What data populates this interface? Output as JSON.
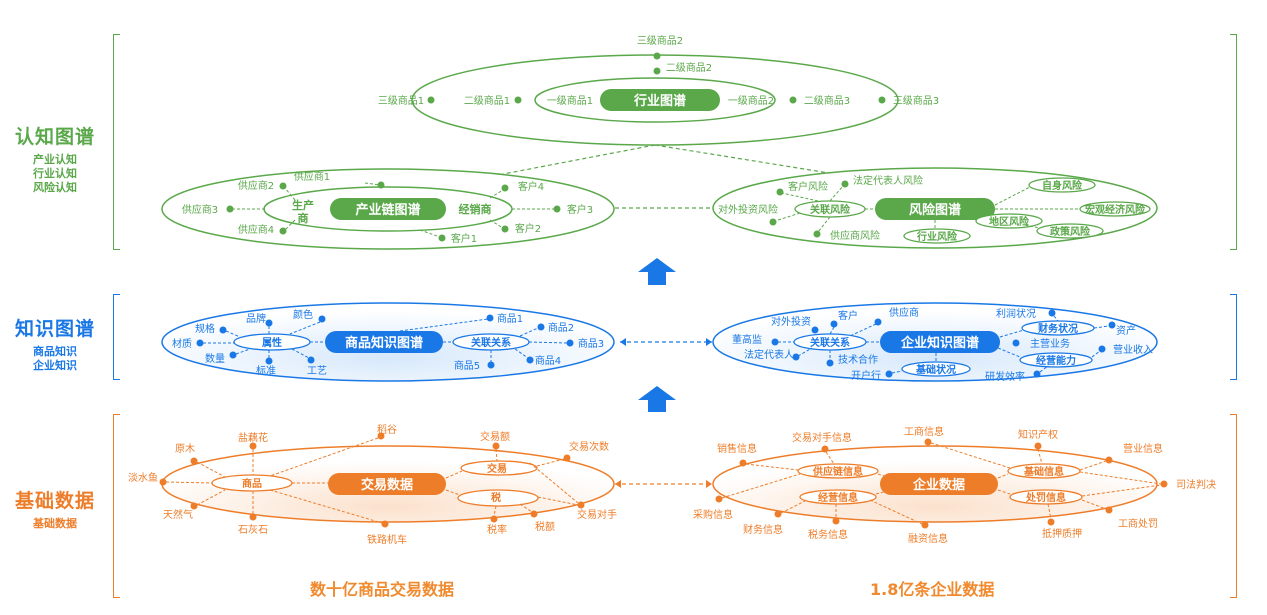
{
  "colors": {
    "green": "#5aa84a",
    "green_dark": "#4a9a3a",
    "blue": "#1a78e6",
    "blue_dark": "#1466cc",
    "orange": "#ee7d2a",
    "orange_light": "#f39a52",
    "arrow": "#1a78e6"
  },
  "layers": {
    "cognitive": {
      "title": "认知图谱",
      "subs": [
        "产业认知",
        "行业认知",
        "风险认知"
      ]
    },
    "knowledge": {
      "title": "知识图谱",
      "subs": [
        "商品知识",
        "企业知识"
      ]
    },
    "basic": {
      "title": "基础数据",
      "subs": [
        "基础数据"
      ]
    }
  },
  "captions": {
    "left": "数十亿商品交易数据",
    "right": "1.8亿条企业数据"
  },
  "industry_graph": {
    "center": "行业图谱",
    "l1_left": "一级商品1",
    "l1_right": "一级商品2",
    "l2_left": "二级商品1",
    "l2_top": "二级商品2",
    "l2_right": "二级商品3",
    "l3_left": "三级商品1",
    "l3_top": "三级商品2",
    "l3_right": "三级商品3"
  },
  "chain_graph": {
    "center": "产业链图谱",
    "producer": "生产\n商",
    "producer_line1": "生产",
    "producer_line2": "商",
    "dealer": "经销商",
    "suppliers": [
      "供应商1",
      "供应商2",
      "供应商3",
      "供应商4"
    ],
    "customers": [
      "客户1",
      "客户2",
      "客户3",
      "客户4"
    ]
  },
  "risk_graph": {
    "center": "风险图谱",
    "relation": "关联风险",
    "items": [
      "客户风险",
      "法定代表人风险",
      "对外投资风险",
      "供应商风险"
    ],
    "pills": [
      "自身风险",
      "宏观经济风险",
      "地区风险",
      "行业风险",
      "政策风险"
    ]
  },
  "product_kg": {
    "center": "商品知识图谱",
    "attr": "属性",
    "attrs": [
      "品牌",
      "颜色",
      "规格",
      "材质",
      "数量",
      "标准",
      "工艺"
    ],
    "relation": "关联关系",
    "products": [
      "商品1",
      "商品2",
      "商品3",
      "商品4",
      "商品5"
    ]
  },
  "enterprise_kg": {
    "center": "企业知识图谱",
    "relation": "关联关系",
    "rel_items": [
      "对外投资",
      "客户",
      "供应商",
      "董高监",
      "法定代表人",
      "技术合作"
    ],
    "finance": "财务状况",
    "finance_items": [
      "利润状况",
      "资产"
    ],
    "ability": "经营能力",
    "ability_items": [
      "主营业务",
      "营业收入",
      "研发效率"
    ],
    "basic": "基础状况",
    "basic_items": [
      "开户行"
    ]
  },
  "trade_data": {
    "center": "交易数据",
    "product": "商品",
    "product_items": [
      "原木",
      "盐藕花",
      "稻谷",
      "淡水鱼",
      "天然气",
      "石灰石",
      "铁路机车"
    ],
    "trade": "交易",
    "trade_items": [
      "交易额",
      "交易次数"
    ],
    "tax": "税",
    "tax_items": [
      "税率",
      "税额",
      "交易对手"
    ]
  },
  "enterprise_data": {
    "center": "企业数据",
    "supply": "供应链信息",
    "supply_items": [
      "销售信息",
      "交易对手信息",
      "采购信息"
    ],
    "operation": "经营信息",
    "operation_items": [
      "财务信息",
      "税务信息",
      "融资信息"
    ],
    "basic": "基础信息",
    "basic_items": [
      "工商信息",
      "知识产权",
      "营业信息"
    ],
    "penalty": "处罚信息",
    "penalty_items": [
      "司法判决",
      "抵押质押",
      "工商处罚"
    ]
  }
}
